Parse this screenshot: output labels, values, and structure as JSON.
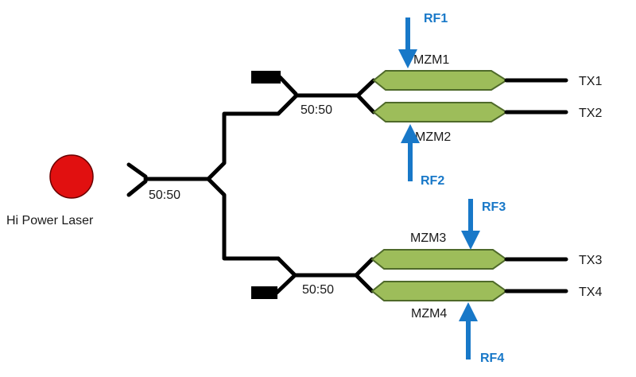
{
  "laser": {
    "label": "Hi Power Laser",
    "color": "#e11010"
  },
  "splitters": {
    "main": "50:50",
    "upper": "50:50",
    "lower": "50:50"
  },
  "modulators": [
    {
      "label": "MZM1",
      "rf": "RF1",
      "output": "TX1"
    },
    {
      "label": "MZM2",
      "rf": "RF2",
      "output": "TX2"
    },
    {
      "label": "MZM3",
      "rf": "RF3",
      "output": "TX3"
    },
    {
      "label": "MZM4",
      "rf": "RF4",
      "output": "TX4"
    }
  ],
  "colors": {
    "waveguide": "#000000",
    "mzm_fill": "#9dbd5a",
    "rf_arrow": "#1878c8",
    "terminator": "#000000"
  }
}
